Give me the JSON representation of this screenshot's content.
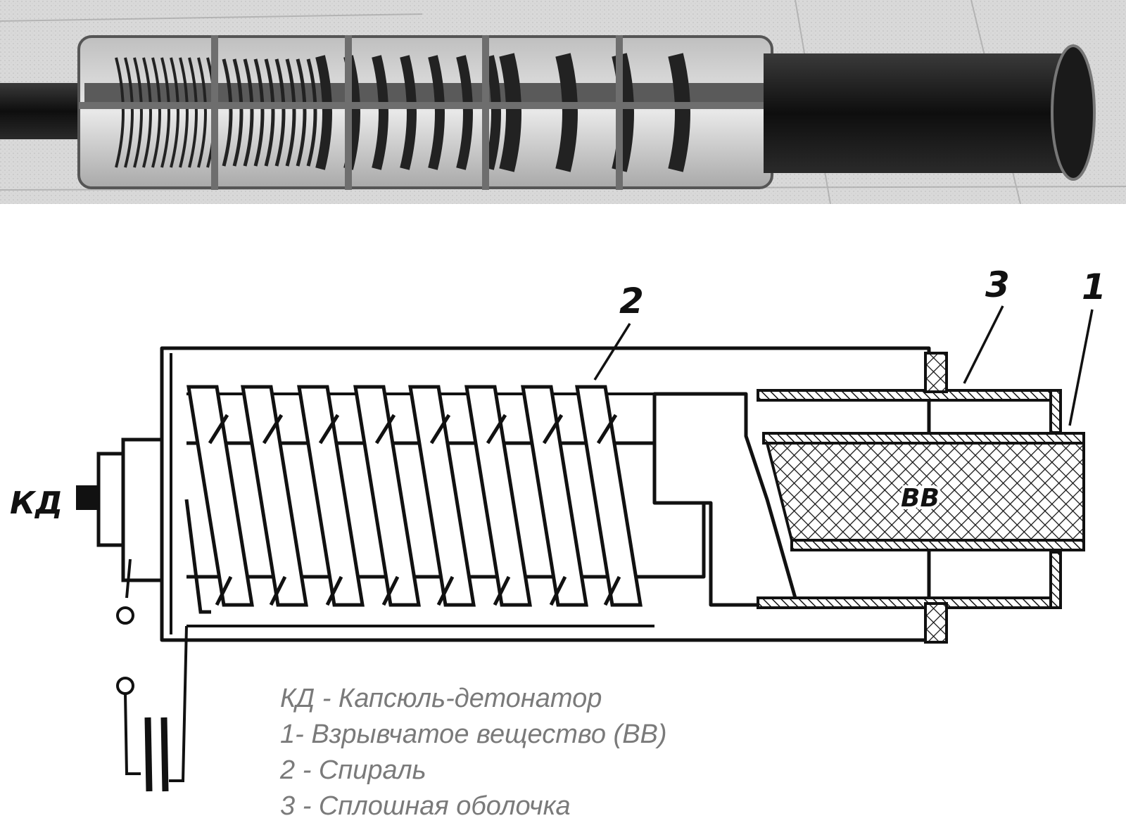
{
  "diagram": {
    "labels": {
      "detonator_cap": "КД",
      "spiral_number": "2",
      "shell_number": "3",
      "explosive_number": "1",
      "explosive_abbr": "ВВ"
    }
  },
  "legend": [
    "КД - Капсюль-детонатор",
    "1- Взрывчатое вещество (ВВ)",
    "2 - Спираль",
    "3 - Сплошная оболочка"
  ]
}
